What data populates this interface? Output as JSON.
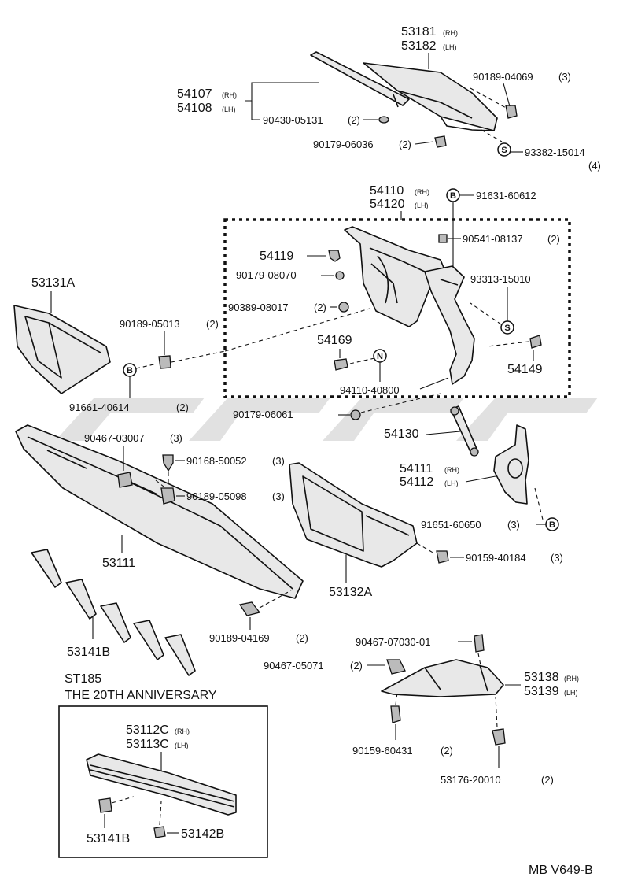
{
  "labels": {
    "p53181": "53181",
    "p53181_side": "(RH)",
    "p53182": "53182",
    "p53182_side": "(LH)",
    "p90189_04069": "90189-04069",
    "p90189_04069_qty": "(3)",
    "p54107": "54107",
    "p54107_side": "(RH)",
    "p54108": "54108",
    "p54108_side": "(LH)",
    "p90430_05131": "90430-05131",
    "p90430_05131_qty": "(2)",
    "p90179_06036": "90179-06036",
    "p90179_06036_qty": "(2)",
    "p93382_15014": "93382-15014",
    "p93382_15014_qty": "(4)",
    "p54110": "54110",
    "p54110_side": "(RH)",
    "p54120": "54120",
    "p54120_side": "(LH)",
    "p91631_60612": "91631-60612",
    "p54119": "54119",
    "p90541_08137": "90541-08137",
    "p90541_08137_qty": "(2)",
    "p90179_08070": "90179-08070",
    "p93313_15010": "93313-15010",
    "p90389_08017": "90389-08017",
    "p90389_08017_qty": "(2)",
    "p53131A": "53131A",
    "p90189_05013": "90189-05013",
    "p90189_05013_qty": "(2)",
    "p54169": "54169",
    "p54149": "54149",
    "p94110_40800": "94110-40800",
    "p91661_40614": "91661-40614",
    "p91661_40614_qty": "(2)",
    "p90179_06061": "90179-06061",
    "p90467_03007": "90467-03007",
    "p90467_03007_qty": "(3)",
    "p90168_50052": "90168-50052",
    "p90168_50052_qty": "(3)",
    "p54130": "54130",
    "p54111": "54111",
    "p54111_side": "(RH)",
    "p54112": "54112",
    "p54112_side": "(LH)",
    "p90189_05098": "90189-05098",
    "p90189_05098_qty": "(3)",
    "p91651_60650": "91651-60650",
    "p91651_60650_qty": "(3)",
    "p53111": "53111",
    "p90159_40184": "90159-40184",
    "p90159_40184_qty": "(3)",
    "p53132A": "53132A",
    "p90189_04169": "90189-04169",
    "p90189_04169_qty": "(2)",
    "p53141B_top": "53141B",
    "p90467_07030_01": "90467-07030-01",
    "p90467_05071": "90467-05071",
    "p90467_05071_qty": "(2)",
    "p53138": "53138",
    "p53138_side": "(RH)",
    "p53139": "53139",
    "p53139_side": "(LH)",
    "st185": "ST185",
    "anniversary": "THE 20TH ANNIVERSARY",
    "p53112C": "53112C",
    "p53112C_side": "(RH)",
    "p53113C": "53113C",
    "p53113C_side": "(LH)",
    "p90159_60431": "90159-60431",
    "p90159_60431_qty": "(2)",
    "p53176_20010": "53176-20010",
    "p53176_20010_qty": "(2)",
    "p53141B_box": "53141B",
    "p53142B": "53142B",
    "code": "MB V649-B"
  },
  "callouts": {
    "B": "B",
    "S": "S",
    "N": "N"
  }
}
